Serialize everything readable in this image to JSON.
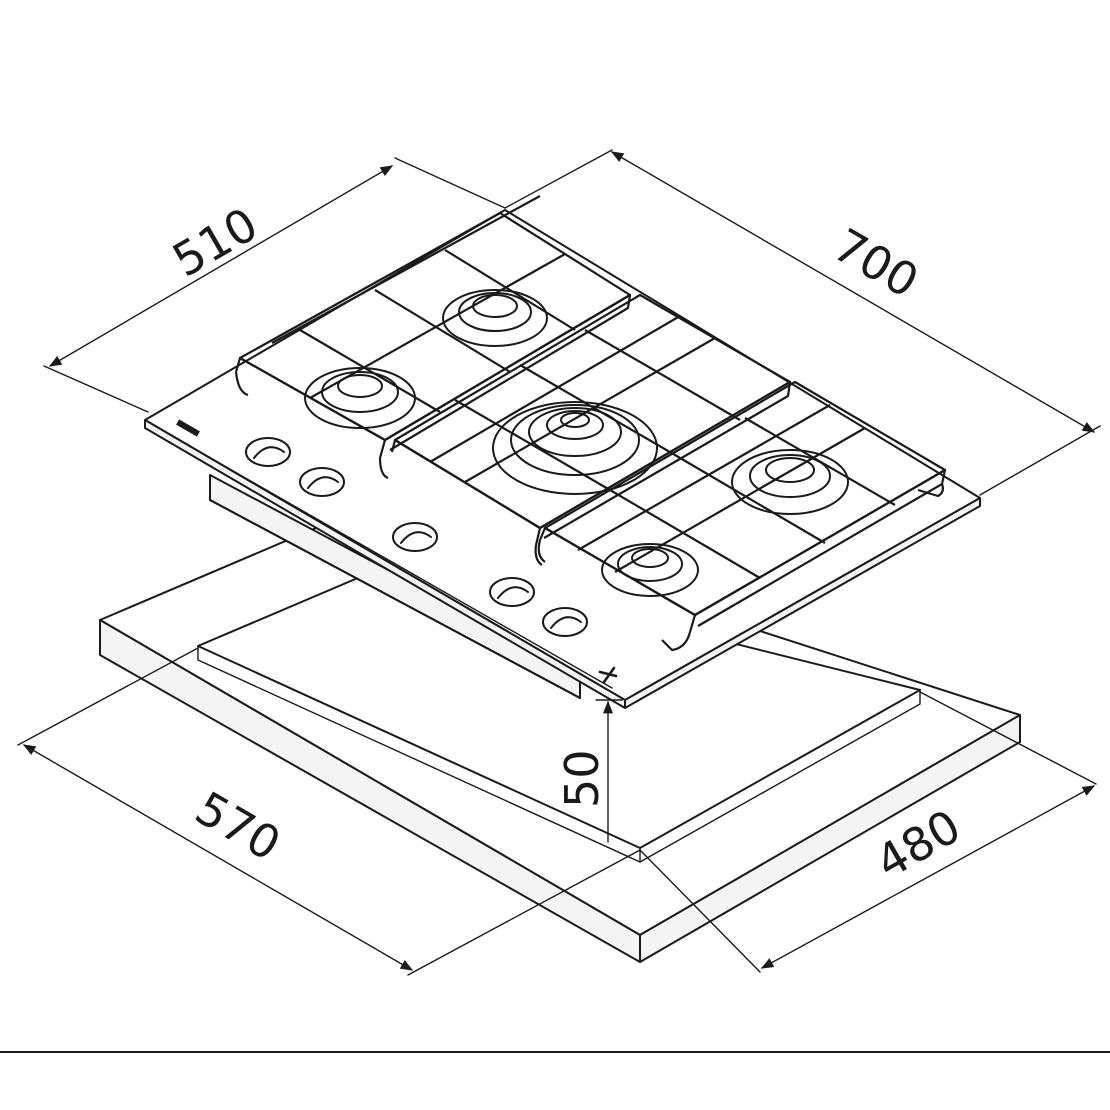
{
  "dimensions": {
    "hob_depth": "510",
    "hob_width": "700",
    "cutout_width": "570",
    "cutout_depth": "480",
    "hob_height": "50"
  },
  "colors": {
    "line": "#1a1a1a",
    "background": "#ffffff"
  }
}
